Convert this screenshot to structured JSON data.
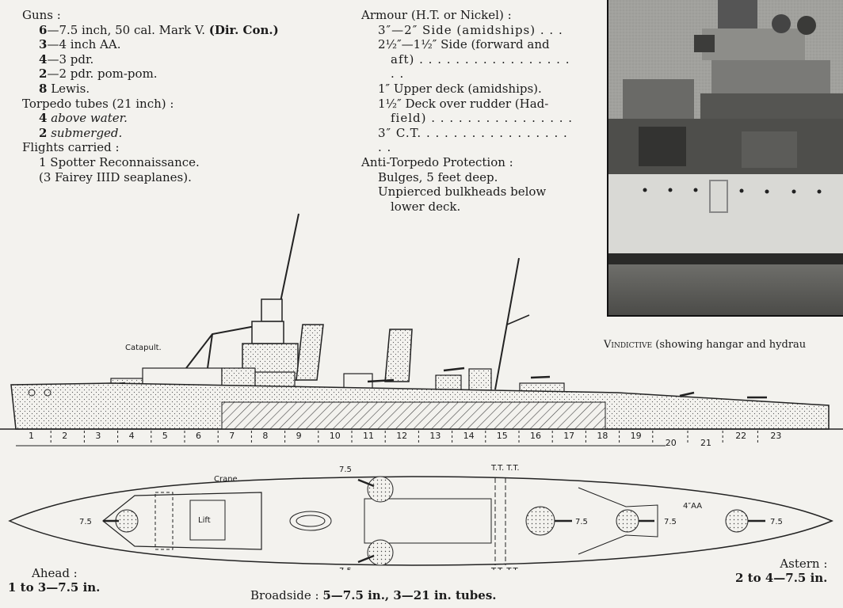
{
  "armament": {
    "guns_heading": "Guns :",
    "guns": [
      {
        "num": "6",
        "text": "—7.5 inch, 50 cal. Mark V.",
        "extra": "(Dir. Con.)"
      },
      {
        "num": "3",
        "text": "—4 inch AA.",
        "extra": ""
      },
      {
        "num": "4",
        "text": "—3  pdr.",
        "extra": ""
      },
      {
        "num": "2",
        "text": "—2 pdr. pom-pom.",
        "extra": ""
      },
      {
        "num": "8",
        "text": " Lewis.",
        "extra": ""
      }
    ],
    "torpedo_heading": "Torpedo tubes (21 inch) :",
    "torpedo": [
      {
        "num": "4",
        "text": "above water."
      },
      {
        "num": "2",
        "text": "submerged."
      }
    ],
    "flights_heading": "Flights carried :",
    "flights": [
      "1 Spotter Reconnaissance.",
      "(3 Fairey IIID seaplanes)."
    ]
  },
  "armour": {
    "heading": "Armour (H.T. or Nickel) :",
    "lines": [
      {
        "text": "3″—2″ Side (amidships) . . .",
        "indent": 1
      },
      {
        "text": "2½″—1½″ Side (forward and",
        "indent": 1
      },
      {
        "text": "aft) . . . . . . . . . . . . . . . . . . .",
        "indent": 2
      },
      {
        "text": "1″ Upper deck (amidships).",
        "indent": 1
      },
      {
        "text": "1½″ Deck over rudder (Had-",
        "indent": 1
      },
      {
        "text": "field) . . . . . . . . . . . . . . . .",
        "indent": 2
      },
      {
        "text": "3″ C.T. . . . . . . . . . . . . . . . . . .",
        "indent": 1
      }
    ],
    "protection_heading": "Anti-Torpedo Protection :",
    "protection": [
      {
        "text": "Bulges, 5 feet deep.",
        "indent": 1
      },
      {
        "text": "Unpierced bulkheads below",
        "indent": 1
      },
      {
        "text": "lower deck.",
        "indent": 2
      }
    ]
  },
  "photo_caption": {
    "name": "Vindictive",
    "rest": "  (showing hangar and hydrau"
  },
  "profile": {
    "catapult_label": "Catapult.",
    "sections": [
      "1",
      "2",
      "3",
      "4",
      "5",
      "6",
      "7",
      "8",
      "9",
      "10",
      "11",
      "12",
      "13",
      "14",
      "15",
      "16",
      "17",
      "18",
      "19",
      "20",
      "21",
      "22",
      "23"
    ]
  },
  "plan": {
    "crane_label": "Crane.",
    "lift_label": "Lift",
    "gun_label": "7.5",
    "tt_label": "T.T. T.T.",
    "aa_label": "4″AA"
  },
  "fire": {
    "ahead_heading": "Ahead :",
    "ahead_value": "1 to 3—7.5 in.",
    "astern_heading": "Astern :",
    "astern_value": "2 to 4—7.5 in.",
    "broadside_prefix": "Broadside : ",
    "broadside_value": "5—7.5 in., 3—21 in. tubes."
  }
}
